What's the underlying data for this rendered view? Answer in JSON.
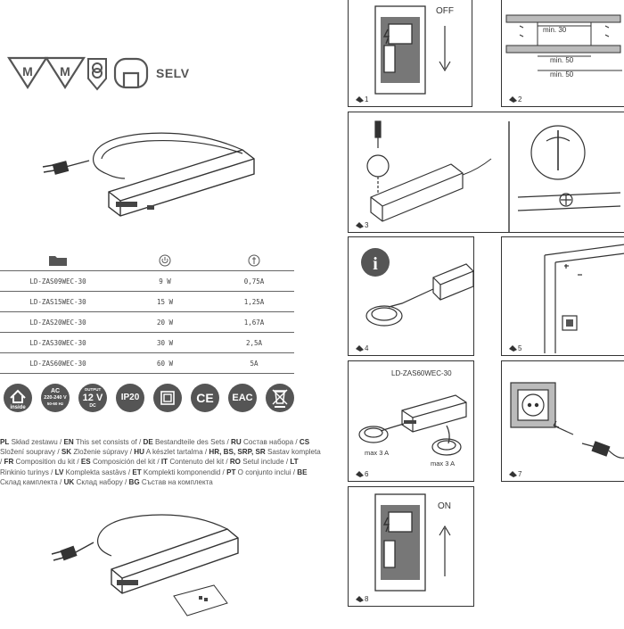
{
  "header": {
    "selv_label": "SELV"
  },
  "table": {
    "icons": [
      "folder-icon",
      "power-icon",
      "fuse-icon"
    ],
    "rows": [
      {
        "model": "LD-ZAS09WEC-30",
        "power": "9 W",
        "fuse": "0,75A"
      },
      {
        "model": "LD-ZAS15WEC-30",
        "power": "15 W",
        "fuse": "1,25A"
      },
      {
        "model": "LD-ZAS20WEC-30",
        "power": "20 W",
        "fuse": "1,67A"
      },
      {
        "model": "LD-ZAS30WEC-30",
        "power": "30 W",
        "fuse": "2,5A"
      },
      {
        "model": "LD-ZAS60WEC-30",
        "power": "60 W",
        "fuse": "5A"
      }
    ]
  },
  "badges": {
    "inside": "inside",
    "ac_top": "AC",
    "ac_range": "220-240 V",
    "ac_freq": "50-60 Hz",
    "output_top": "OUTPUT",
    "output_value": "12 V",
    "output_unit": "DC",
    "ip": "IP20",
    "ce": "CE",
    "eac": "EAC"
  },
  "languages": [
    {
      "code": "PL",
      "text": "Skład zestawu /"
    },
    {
      "code": "EN",
      "text": "This set consists of /"
    },
    {
      "code": "DE",
      "text": "Bestandteile des Sets /"
    },
    {
      "code": "RU",
      "text": "Состав набора /"
    },
    {
      "code": "CS",
      "text": "Složení soupravy /"
    },
    {
      "code": "SK",
      "text": "Zloženie súpravy /"
    },
    {
      "code": "HU",
      "text": "A készlet tartalma /"
    },
    {
      "code": "HR, BS, SRP, SR",
      "text": "Sastav kompleta /"
    },
    {
      "code": "FR",
      "text": "Composition du kit /"
    },
    {
      "code": "ES",
      "text": "Composición del kit /"
    },
    {
      "code": "IT",
      "text": "Contenuto del kit /"
    },
    {
      "code": "RO",
      "text": "Setul include /"
    },
    {
      "code": "LT",
      "text": "Rinkinio turinys /"
    },
    {
      "code": "LV",
      "text": "Komplekta sastāvs /"
    },
    {
      "code": "ET",
      "text": "Komplekti komponendid /"
    },
    {
      "code": "PT",
      "text": "O conjunto inclui /"
    },
    {
      "code": "BE",
      "text": "Склад камплекта /"
    },
    {
      "code": "UK",
      "text": "Склад набору /"
    },
    {
      "code": "BG",
      "text": "Състав на комплекта"
    }
  ],
  "panels": {
    "p1": {
      "number": "1",
      "label": "OFF"
    },
    "p2": {
      "number": "2",
      "dim_a": "min. 30",
      "dim_b": "min. 50",
      "dim_c": "min. 50"
    },
    "p3": {
      "number": "3"
    },
    "p4": {
      "number": "4"
    },
    "p5": {
      "number": "5"
    },
    "p6": {
      "number": "6",
      "model": "LD-ZAS60WEC-30",
      "max_left": "max 3 A",
      "max_right": "max 3 A"
    },
    "p7": {
      "number": "7"
    },
    "p8": {
      "number": "8",
      "label": "ON"
    }
  }
}
